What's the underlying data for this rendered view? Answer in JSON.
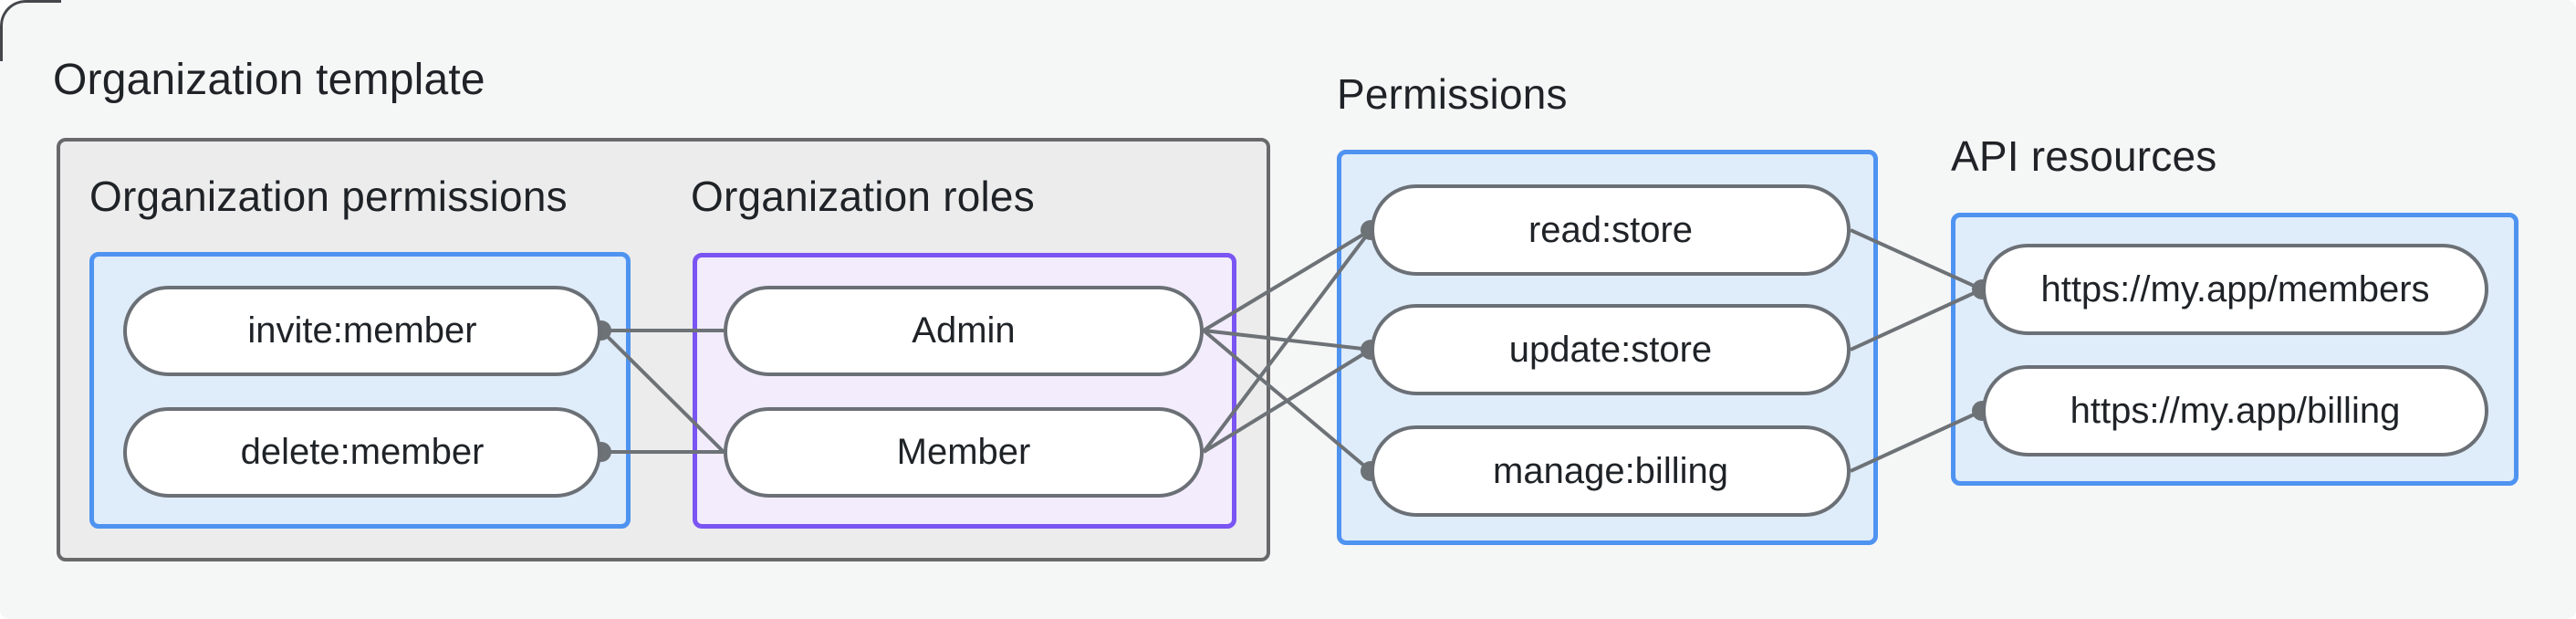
{
  "title": "Organization template",
  "sections": {
    "org_permissions": {
      "label": "Organization permissions"
    },
    "org_roles": {
      "label": "Organization roles"
    },
    "permissions": {
      "label": "Permissions"
    },
    "api_resources": {
      "label": "API resources"
    }
  },
  "nodes": {
    "invite": {
      "label": "invite:member",
      "section": "org_permissions"
    },
    "delete": {
      "label": "delete:member",
      "section": "org_permissions"
    },
    "admin": {
      "label": "Admin",
      "section": "org_roles"
    },
    "member": {
      "label": "Member",
      "section": "org_roles"
    },
    "read": {
      "label": "read:store",
      "section": "permissions"
    },
    "update": {
      "label": "update:store",
      "section": "permissions"
    },
    "manage": {
      "label": "manage:billing",
      "section": "permissions"
    },
    "members_api": {
      "label": "https://my.app/members",
      "section": "api_resources"
    },
    "billing_api": {
      "label": "https://my.app/billing",
      "section": "api_resources"
    }
  },
  "edges": [
    {
      "from": "invite",
      "to": "admin",
      "dot": "from"
    },
    {
      "from": "invite",
      "to": "member",
      "dot": "from"
    },
    {
      "from": "delete",
      "to": "member",
      "dot": "from"
    },
    {
      "from": "admin",
      "to": "read",
      "dot": "to"
    },
    {
      "from": "admin",
      "to": "update",
      "dot": "to"
    },
    {
      "from": "admin",
      "to": "manage",
      "dot": "to"
    },
    {
      "from": "member",
      "to": "read",
      "dot": "to"
    },
    {
      "from": "member",
      "to": "update",
      "dot": "to"
    },
    {
      "from": "read",
      "to": "members_api",
      "dot": "to"
    },
    {
      "from": "update",
      "to": "members_api",
      "dot": "to"
    },
    {
      "from": "manage",
      "to": "billing_api",
      "dot": "to"
    }
  ],
  "colors": {
    "background": "#f5f6f6",
    "outer_box_fill": "#ececec",
    "outer_box_border": "#69696b",
    "blue_fill": "#dfecfa",
    "blue_border": "#4f93f1",
    "purple_fill": "#f2ecfc",
    "purple_border": "#7a55f3",
    "pill_border": "#6b7076",
    "edge_line": "#6d7277",
    "text": "#1f2327"
  }
}
